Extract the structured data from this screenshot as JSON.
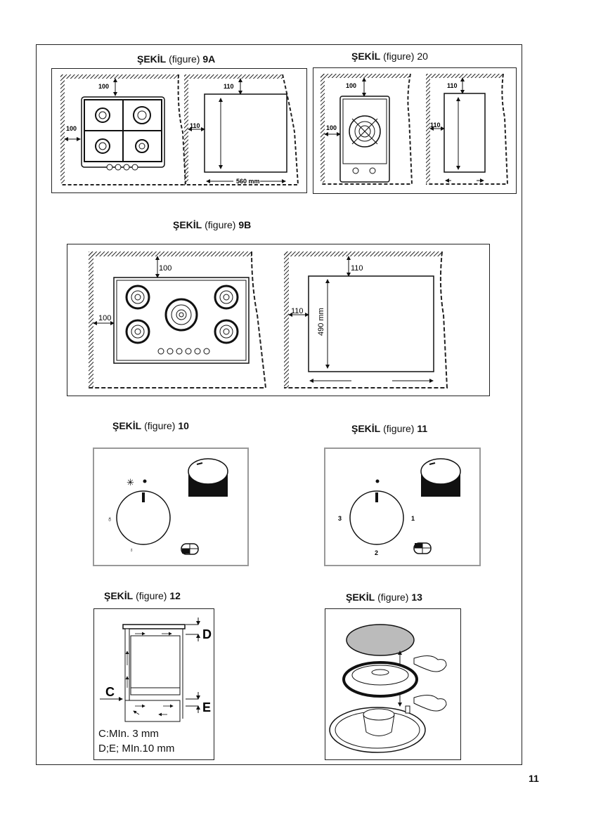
{
  "captions": {
    "f9a": {
      "word": "ŞEKİL",
      "mid": " (figure) ",
      "num": "9A"
    },
    "f20": {
      "word": "ŞEKİL",
      "mid": " (figure) ",
      "num": "20"
    },
    "f9b": {
      "word": "ŞEKİL",
      "mid": " (figure) ",
      "num": "9B"
    },
    "f10": {
      "word": "ŞEKİL",
      "mid": " (figure) ",
      "num": "10"
    },
    "f11": {
      "word": "ŞEKİL",
      "mid": " (figure) ",
      "num": "11"
    },
    "f12": {
      "word": "ŞEKİL",
      "mid": " (figure) ",
      "num": "12"
    },
    "f13": {
      "word": "ŞEKİL",
      "mid": " (figure) ",
      "num": "13"
    }
  },
  "fig9a": {
    "top": "100",
    "side": "100",
    "cut_top": "110",
    "cut_side": "110",
    "cut_width": "560 mm"
  },
  "fig20": {
    "top": "100",
    "side": "100",
    "cut_top": "110",
    "cut_side": "110"
  },
  "fig9b": {
    "top": "100",
    "side": "100",
    "cut_top": "110",
    "cut_side": "110",
    "cut_depth": "490 mm"
  },
  "fig11": {
    "pos3": "3",
    "pos1": "1",
    "pos2": "2"
  },
  "fig12": {
    "label_c": "C",
    "label_d": "D",
    "label_e": "E",
    "note1": "C:MIn. 3 mm",
    "note2": "D;E; MIn.10 mm"
  },
  "page_number": "11"
}
